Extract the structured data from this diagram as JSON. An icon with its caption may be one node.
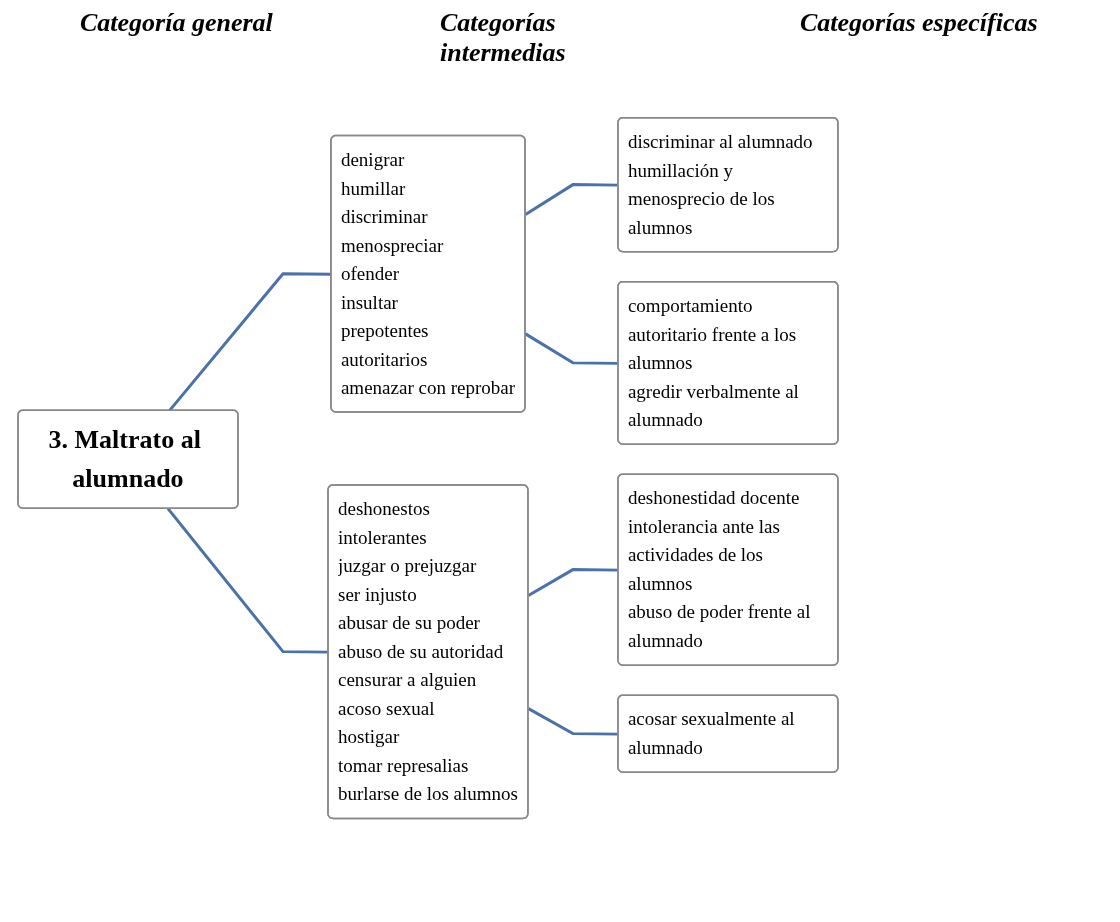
{
  "diagram": {
    "nodes": [
      {
        "text": [
          "3. Maltrato al alumnado"
        ]
      },
      {
        "text": [
          "denigrar",
          "humillar",
          "discriminar",
          "menospreciar",
          "ofender",
          "insultar",
          "prepotentes",
          "autoritarios",
          "amenazar con reprobar"
        ]
      },
      {
        "text": [
          "deshonestos",
          "intolerantes",
          "juzgar o prejuzgar",
          "ser injusto",
          "abusar de su poder",
          "abuso de su autoridad",
          "censurar a alguien",
          "acoso sexual",
          "hostigar",
          "tomar represalias",
          "burlarse de los alumnos"
        ]
      },
      {
        "text": [
          "discriminar al alumnado",
          "humillación y menosprecio de los alumnos"
        ]
      },
      {
        "text": [
          "comportamiento autoritario frente a los alumnos",
          "agredir verbalmente al alumnado"
        ]
      },
      {
        "text": [
          "deshonestidad docente",
          "intolerancia ante las actividades de los alumnos",
          "abuso de poder frente al alumnado"
        ]
      },
      {
        "text": [
          "acosar sexualmente al alumnado"
        ]
      }
    ],
    "edges": [
      {
        "from": 0,
        "to": 1,
        "arrow": "none"
      },
      {
        "from": 0,
        "to": 2,
        "arrow": "none"
      },
      {
        "from": 1,
        "to": 3,
        "arrow": "none"
      },
      {
        "from": 1,
        "to": 4,
        "arrow": "none"
      },
      {
        "from": 2,
        "to": 5,
        "arrow": "none"
      },
      {
        "from": 2,
        "to": 6,
        "arrow": "none"
      }
    ],
    "labels": [
      "Categoría general",
      "Categorías intermedias",
      "Categorías específicas"
    ]
  }
}
